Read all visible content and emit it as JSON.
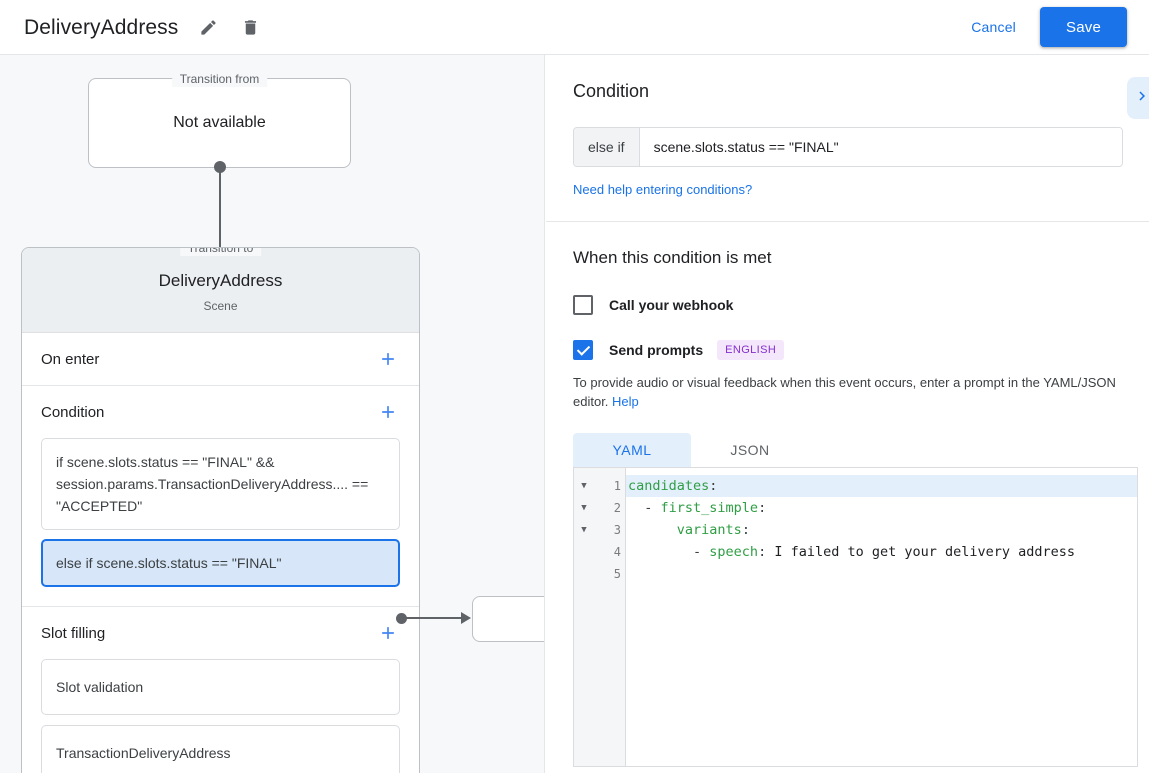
{
  "header": {
    "title": "DeliveryAddress",
    "edit_icon": "pencil-icon",
    "delete_icon": "trash-icon",
    "cancel_label": "Cancel",
    "save_label": "Save",
    "accent_color": "#1a73e8"
  },
  "graph": {
    "transition_from": {
      "legend": "Transition from",
      "value": "Not available"
    },
    "transition_to": {
      "legend": "Transition to",
      "scene_name": "DeliveryAddress",
      "scene_type": "Scene"
    },
    "sections": [
      {
        "title": "On enter",
        "add_icon": "plus-icon",
        "items": []
      },
      {
        "title": "Condition",
        "add_icon": "plus-icon",
        "items": [
          {
            "text": "if scene.slots.status == \"FINAL\" && session.params.TransactionDeliveryAddress.... == \"ACCEPTED\"",
            "selected": false
          },
          {
            "text": "else if scene.slots.status == \"FINAL\"",
            "selected": true
          }
        ]
      },
      {
        "title": "Slot filling",
        "add_icon": "plus-icon",
        "items": [
          {
            "text": "Slot validation",
            "selected": false
          },
          {
            "text": "TransactionDeliveryAddress",
            "selected": false
          }
        ]
      }
    ]
  },
  "detail": {
    "condition": {
      "heading": "Condition",
      "expand_icon": "chevron-right-icon",
      "prefix": "else if",
      "expression": "scene.slots.status == \"FINAL\"",
      "help_link": "Need help entering conditions?"
    },
    "when_met": {
      "heading": "When this condition is met",
      "webhook": {
        "label": "Call your webhook",
        "checked": false
      },
      "prompts": {
        "label": "Send prompts",
        "checked": true,
        "badge": "ENGLISH",
        "badge_color": "#8430ce",
        "help_text_before": "To provide audio or visual feedback when this event occurs, enter a prompt in the YAML/JSON editor.",
        "help_link": "Help"
      },
      "tabs": [
        {
          "label": "YAML",
          "active": true
        },
        {
          "label": "JSON",
          "active": false
        }
      ]
    },
    "editor": {
      "lines": [
        {
          "number": "1",
          "fold": true,
          "highlight": true,
          "segments": [
            {
              "text": "candidates",
              "type": "key"
            },
            {
              "text": ":",
              "type": "punct"
            }
          ]
        },
        {
          "number": "2",
          "fold": true,
          "highlight": false,
          "segments": [
            {
              "text": "  - ",
              "type": "punct"
            },
            {
              "text": "first_simple",
              "type": "key"
            },
            {
              "text": ":",
              "type": "punct"
            }
          ]
        },
        {
          "number": "3",
          "fold": true,
          "highlight": false,
          "segments": [
            {
              "text": "      ",
              "type": "punct"
            },
            {
              "text": "variants",
              "type": "key"
            },
            {
              "text": ":",
              "type": "punct"
            }
          ]
        },
        {
          "number": "4",
          "fold": false,
          "highlight": false,
          "segments": [
            {
              "text": "        - ",
              "type": "punct"
            },
            {
              "text": "speech",
              "type": "key"
            },
            {
              "text": ": ",
              "type": "punct"
            },
            {
              "text": "I failed to get your delivery address",
              "type": "text"
            }
          ]
        },
        {
          "number": "5",
          "fold": false,
          "highlight": false,
          "segments": []
        }
      ]
    }
  }
}
